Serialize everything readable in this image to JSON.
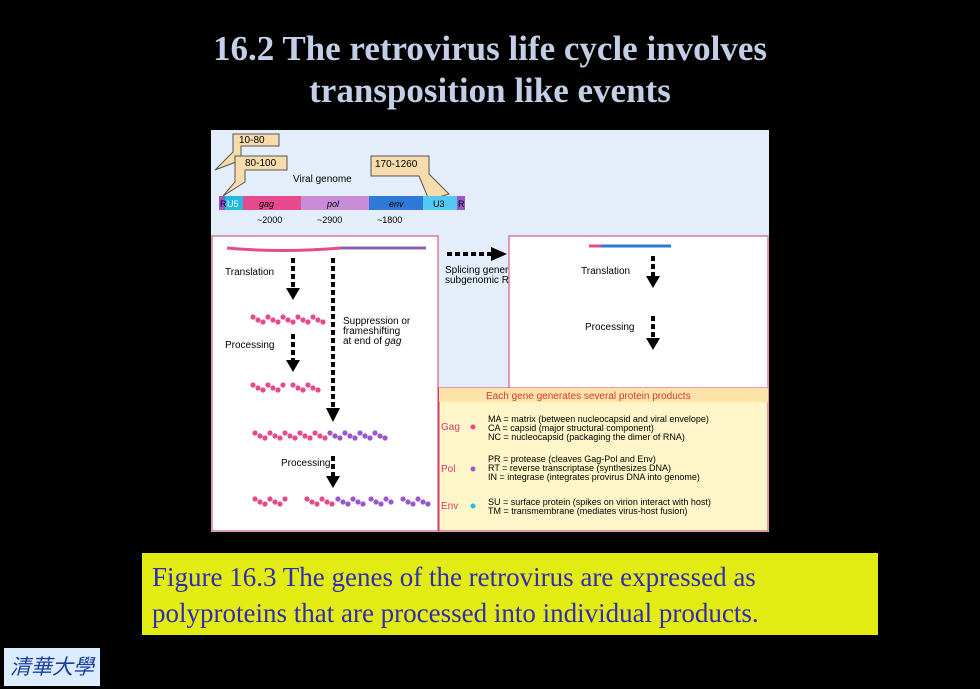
{
  "title": {
    "line1": "16.2 The retrovirus life cycle involves",
    "line2": "transposition like events"
  },
  "figure": {
    "arrow_labels": [
      "10-80",
      "80-100",
      "170-1260"
    ],
    "viral_genome_label": "Viral genome",
    "genome_segments": [
      "R",
      "U5",
      "gag",
      "pol",
      "env",
      "U3",
      "R"
    ],
    "gene_sizes": [
      "~2000",
      "~2900",
      "~1800"
    ],
    "left_panel": {
      "translation": "Translation",
      "processing1": "Processing",
      "suppression_line1": "Suppression or",
      "suppression_line2": "frameshifting",
      "suppression_line3": "at end of",
      "suppression_gene": "gag",
      "processing2": "Processing"
    },
    "splicing_line1": "Splicing generates",
    "splicing_line2": "subgenomic RNA",
    "right_panel": {
      "translation": "Translation",
      "processing": "Processing"
    },
    "legend": {
      "header": "Each gene generates several protein products",
      "groups": [
        {
          "name": "Gag",
          "color": "#e64a8d",
          "lines": [
            "MA = matrix (between nucleocapsid and viral envelope)",
            "CA = capsid (major structural component)",
            "NC = nucleocapsid (packaging the dimer of RNA)"
          ]
        },
        {
          "name": "Pol",
          "color": "#9a55cf",
          "lines": [
            "PR = protease (cleaves Gag-Pol and Env)",
            "RT = reverse transcriptase (synthesizes DNA)",
            "IN = integrase (integrates provirus DNA into genome)"
          ]
        },
        {
          "name": "Env",
          "color": "#25b9e3",
          "lines": [
            "SU = surface protein (spikes on virion interact with host)",
            "TM = transmembrane (mediates virus-host fusion)"
          ]
        }
      ]
    }
  },
  "caption": {
    "line1": "Figure 16.3 The genes of the retrovirus are expressed as",
    "line2": "polyproteins that are processed into individual products."
  },
  "logo": {
    "text": "清華大學"
  },
  "colors": {
    "gag": "#e64a8d",
    "pol": "#9a55cf",
    "env": "#25b9e3",
    "caption_bg": "#e3ec12",
    "caption_text": "#2f2cb3",
    "title": "#c2cfe6"
  }
}
